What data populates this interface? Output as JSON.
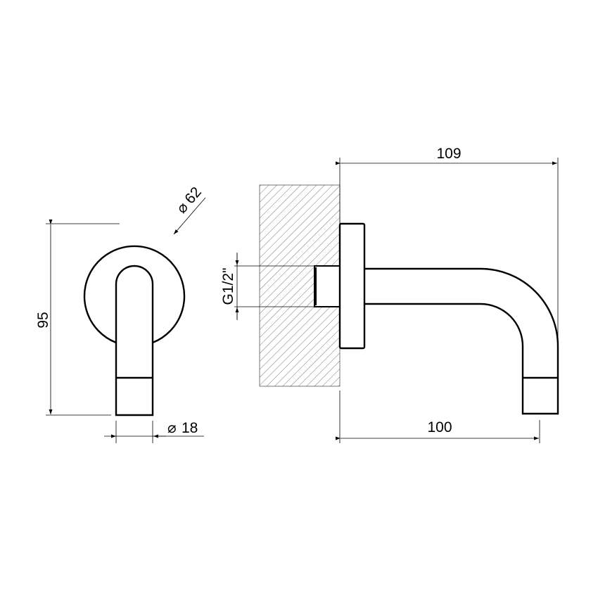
{
  "drawing": {
    "front_view": {
      "flange_diameter": "62",
      "height": "95",
      "spout_diameter": "18",
      "diameter_symbol": "⌀"
    },
    "side_view": {
      "projection": "109",
      "spout_reach": "100",
      "thread": "G1/2\""
    },
    "colors": {
      "line": "#000000",
      "hatch": "#555555",
      "background": "#ffffff"
    }
  }
}
